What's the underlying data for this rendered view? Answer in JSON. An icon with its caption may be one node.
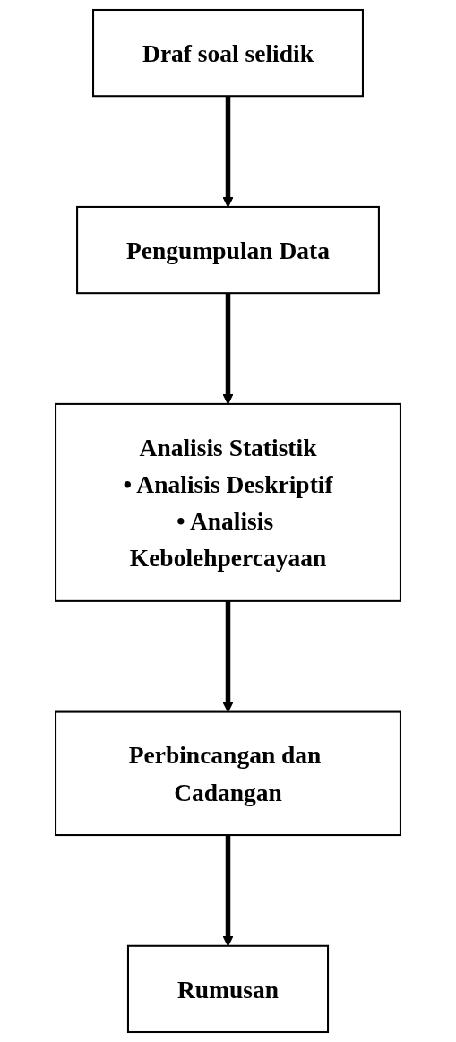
{
  "diagram": {
    "nodes": [
      {
        "text": [
          "Draf soal selidik"
        ]
      },
      {
        "text": [
          "Pengumpulan Data"
        ]
      },
      {
        "text": [
          "Analisis Statistik",
          "• Analisis Deskriptif",
          "• Analisis Kebolehpercayaan"
        ]
      },
      {
        "text": [
          "Perbincangan dan Cadangan"
        ]
      },
      {
        "text": [
          "Rumusan"
        ]
      }
    ],
    "edges": [
      {
        "from": 0,
        "to": 1,
        "arrow": "to"
      },
      {
        "from": 1,
        "to": 2,
        "arrow": "to"
      },
      {
        "from": 2,
        "to": 3,
        "arrow": "to"
      },
      {
        "from": 3,
        "to": 4,
        "arrow": "to"
      }
    ]
  }
}
